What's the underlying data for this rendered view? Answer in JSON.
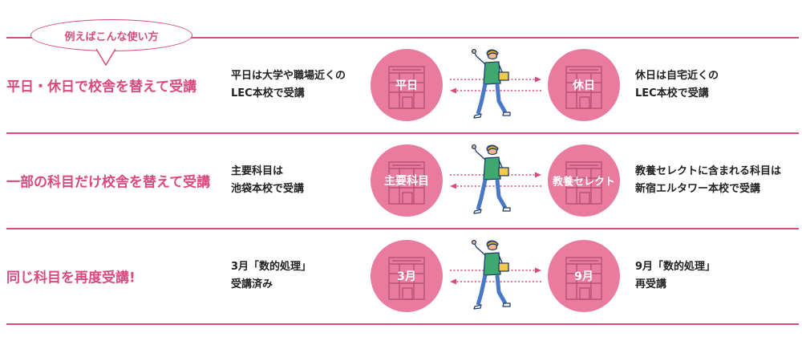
{
  "bubble": {
    "label": "例えばこんな使い方"
  },
  "colors": {
    "accent": "#d94a7e",
    "circle": "#e97b9e",
    "text": "#222222"
  },
  "rows": [
    {
      "title": "平日・休日で校舎を替えて受講",
      "left_desc": [
        "平日は大学や職場近くの",
        "LEC本校で受講"
      ],
      "left_circle": "平日",
      "right_circle": "休日",
      "right_desc": [
        "休日は自宅近くの",
        "LEC本校で受講"
      ]
    },
    {
      "title": "一部の科目だけ校舎を替えて受講",
      "left_desc": [
        "主要科目は",
        "池袋本校で受講"
      ],
      "left_circle": "主要科目",
      "right_circle": "教養セレクト",
      "right_desc": [
        "教養セレクトに含まれる科目は",
        "新宿エルタワー本校で受講"
      ]
    },
    {
      "title": "同じ科目を再度受講!",
      "left_desc": [
        "3月「数的処理」",
        "受講済み"
      ],
      "left_circle": "3月",
      "right_circle": "9月",
      "right_desc": [
        "9月「数的処理」",
        "再受講"
      ]
    }
  ]
}
